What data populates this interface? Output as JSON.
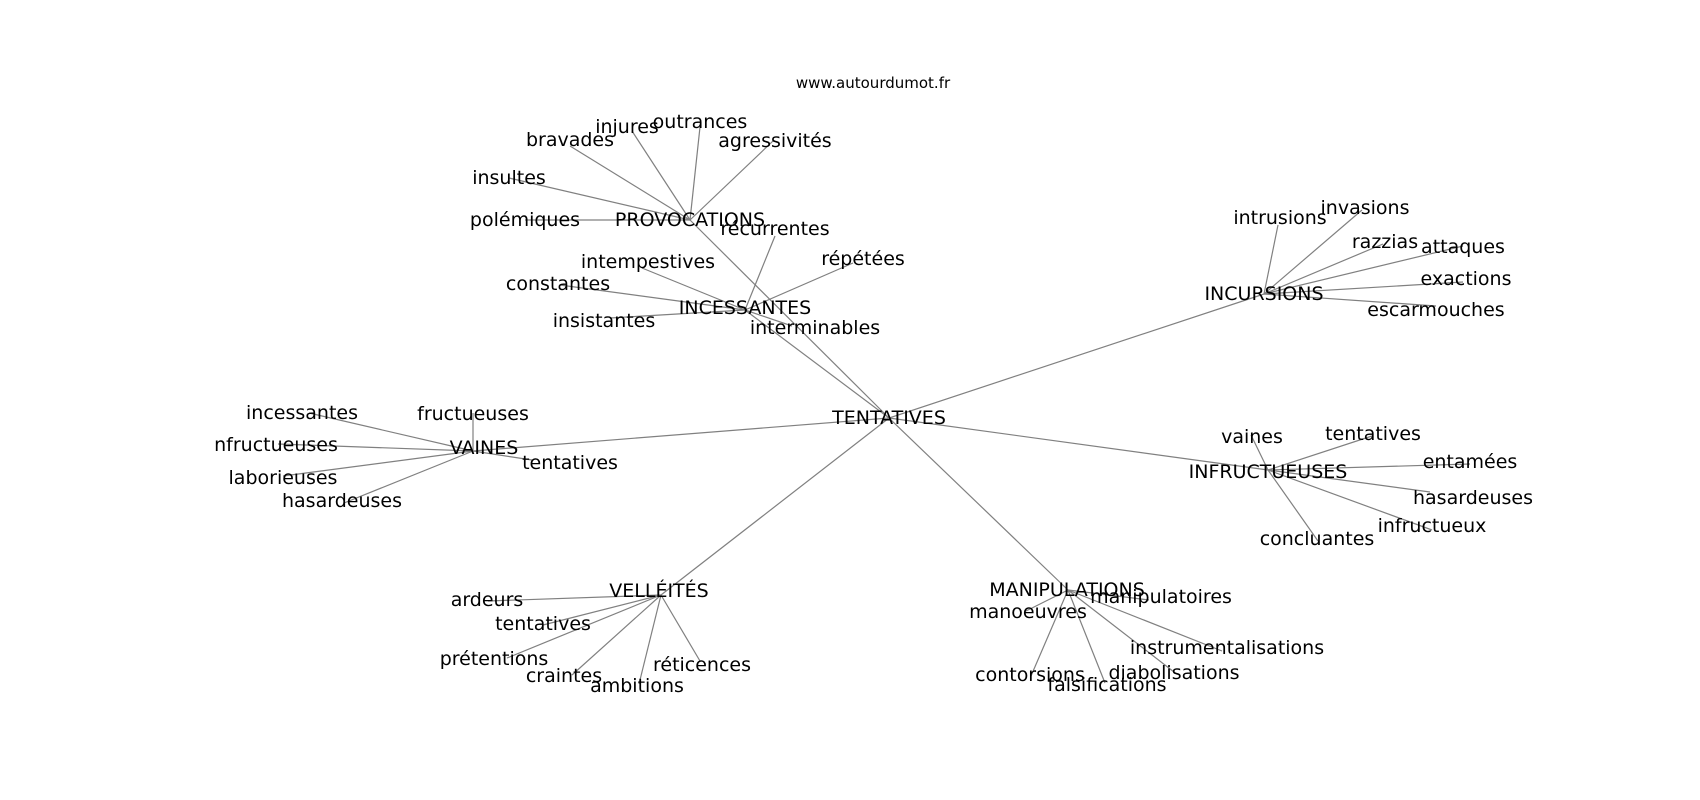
{
  "site": "www.autourdumot.fr",
  "root": "TENTATIVES",
  "clusters": [
    {
      "hub": "PROVOCATIONS",
      "words": [
        "bravades",
        "injures",
        "outrances",
        "agressivités",
        "insultes",
        "polémiques"
      ]
    },
    {
      "hub": "INCESSANTES",
      "words": [
        "récurrentes",
        "intempestives",
        "répétées",
        "constantes",
        "insistantes",
        "interminables"
      ]
    },
    {
      "hub": "INCURSIONS",
      "words": [
        "intrusions",
        "invasions",
        "razzias",
        "attaques",
        "exactions",
        "escarmouches"
      ]
    },
    {
      "hub": "VAINES",
      "words": [
        "incessantes",
        "fructueuses",
        "nfructueuses",
        "tentatives",
        "laborieuses",
        "hasardeuses"
      ]
    },
    {
      "hub": "INFRUCTUEUSES",
      "words": [
        "vaines",
        "tentatives",
        "entamées",
        "hasardeuses",
        "infructueux",
        "concluantes"
      ]
    },
    {
      "hub": "VELLÉITÉS",
      "words": [
        "ardeurs",
        "tentatives",
        "prétentions",
        "craintes",
        "ambitions",
        "réticences"
      ]
    },
    {
      "hub": "MANIPULATIONS",
      "words": [
        "manoeuvres",
        "manipulatoires",
        "instrumentalisations",
        "contorsions",
        "diabolisations",
        "falsifications"
      ]
    }
  ]
}
